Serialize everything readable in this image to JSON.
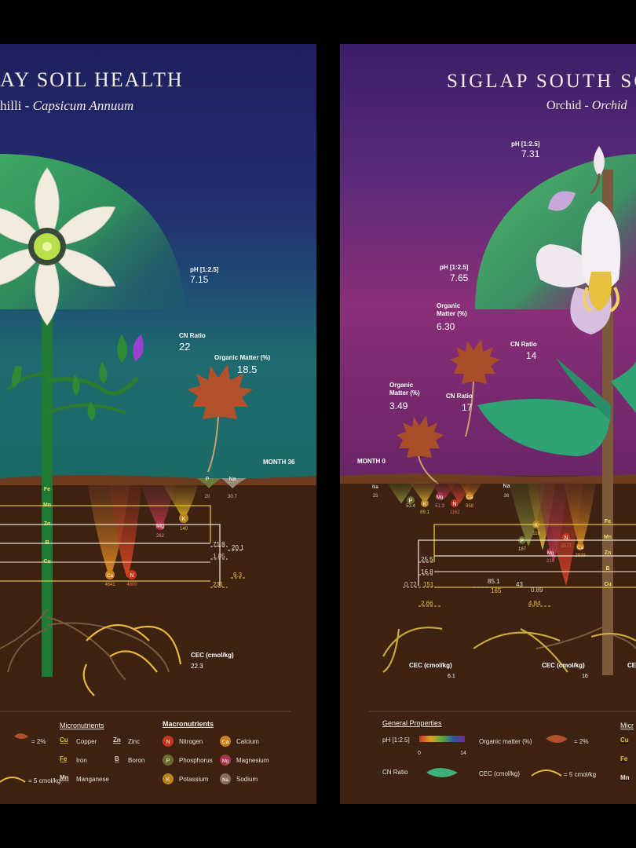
{
  "posterA": {
    "title": "AY SOIL HEALTH",
    "subtitle_plain": "hilli - ",
    "subtitle_italic": "Capsicum Annuum",
    "month": "MONTH 36",
    "ph_label": "pH [1:2.5]",
    "ph_value": "7.15",
    "cn_label": "CN Ratio",
    "cn_value": "22",
    "om_label": "Organic Matter (%)",
    "om_value": "18.5",
    "cec_label": "CEC (cmol/kg)",
    "cec_value": "22.3",
    "stem_nutrients": [
      "Fe",
      "Mn",
      "Zn",
      "B",
      "Cu"
    ],
    "macro_peaks": [
      {
        "sym": "Mg",
        "val": "262"
      },
      {
        "sym": "K",
        "val": "140"
      },
      {
        "sym": "Ca",
        "val": "4641"
      },
      {
        "sym": "N",
        "val": "4800"
      }
    ],
    "surface": [
      {
        "sym": "P",
        "val": "20"
      },
      {
        "sym": "Na",
        "val": "30.7"
      }
    ],
    "micro_values": [
      "71.8",
      "20.1",
      "1.85",
      "9.3",
      "231"
    ],
    "legend": {
      "general_a": "= 2%",
      "general_b": "= 5 cmol/kg",
      "micro_title": "Micronutrients",
      "micro": [
        {
          "sym": "Cu",
          "name": "Copper"
        },
        {
          "sym": "Zn",
          "name": "Zinc"
        },
        {
          "sym": "Fe",
          "name": "Iron"
        },
        {
          "sym": "B",
          "name": "Boron"
        },
        {
          "sym": "Mn",
          "name": "Manganese"
        }
      ],
      "macro_title": "Macronutrients",
      "macro": [
        {
          "sym": "N",
          "name": "Nitrogen",
          "color": "#c8361e"
        },
        {
          "sym": "Ca",
          "name": "Calcium",
          "color": "#c9801c"
        },
        {
          "sym": "P",
          "name": "Phosphorus",
          "color": "#6b6b2a"
        },
        {
          "sym": "Mg",
          "name": "Magnesium",
          "color": "#a8354a"
        },
        {
          "sym": "K",
          "name": "Potassium",
          "color": "#b8861b"
        },
        {
          "sym": "Na",
          "name": "Sodium",
          "color": "#8a6e5a"
        }
      ]
    }
  },
  "posterB": {
    "title": "SIGLAP SOUTH SO",
    "subtitle_plain": "Orchid - ",
    "subtitle_italic": "Orchid",
    "month": "MONTH 0",
    "ph_top_label": "pH [1:2.5]",
    "ph_top_value": "7.31",
    "ph_label": "pH [1:2.5]",
    "ph_value": "7.65",
    "om1_label_a": "Organic",
    "om1_label_b": "Matter (%)",
    "om1_value": "6.30",
    "cn1_label": "CN Ratio",
    "cn1_value": "14",
    "om2_label_a": "Organic",
    "om2_label_b": "Matter (%)",
    "om2_value": "3.49",
    "cn2_label": "CN Ratio",
    "cn2_value": "17",
    "surface": [
      {
        "sym": "Na",
        "val": "25"
      },
      {
        "sym": "P",
        "val": "53.4"
      },
      {
        "sym": "K",
        "val": "89.1"
      },
      {
        "sym": "Mg",
        "val": "51.3"
      },
      {
        "sym": "N",
        "val": "1162"
      },
      {
        "sym": "Ca",
        "val": "958"
      },
      {
        "sym": "Na",
        "val": "36"
      }
    ],
    "peaks": [
      {
        "sym": "K",
        "val": "119"
      },
      {
        "sym": "P",
        "val": "187"
      },
      {
        "sym": "N",
        "val": "2577"
      },
      {
        "sym": "Mg",
        "val": "210"
      },
      {
        "sym": "Ca",
        "val": "2939"
      }
    ],
    "stem_nutrients": [
      "Fe",
      "Mn",
      "Zn",
      "B",
      "Cu"
    ],
    "micro_values": [
      "25.5",
      "16.8",
      "85.1",
      "0.72",
      "151",
      "165",
      "43",
      "0.89",
      "2.66",
      "4.84"
    ],
    "cec1_label": "CEC (cmol/kg)",
    "cec1_value": "6.1",
    "cec2_label": "CEC (cmol/kg)",
    "cec2_value": "16",
    "cec3_label": "CE",
    "legend": {
      "title": "General Properties",
      "ph_label": "pH [1:2.5]",
      "ph_min": "0",
      "ph_max": "14",
      "om_label": "Organic matter (%)",
      "om_eq": "= 2%",
      "cn_label": "CN Ratio",
      "cec_label": "CEC (cmol/kg)",
      "cec_eq": "= 5 cmol/kg",
      "micro_title": "Micr",
      "micro": [
        {
          "sym": "Cu"
        },
        {
          "sym": "Fe"
        },
        {
          "sym": "Mn"
        }
      ]
    }
  }
}
